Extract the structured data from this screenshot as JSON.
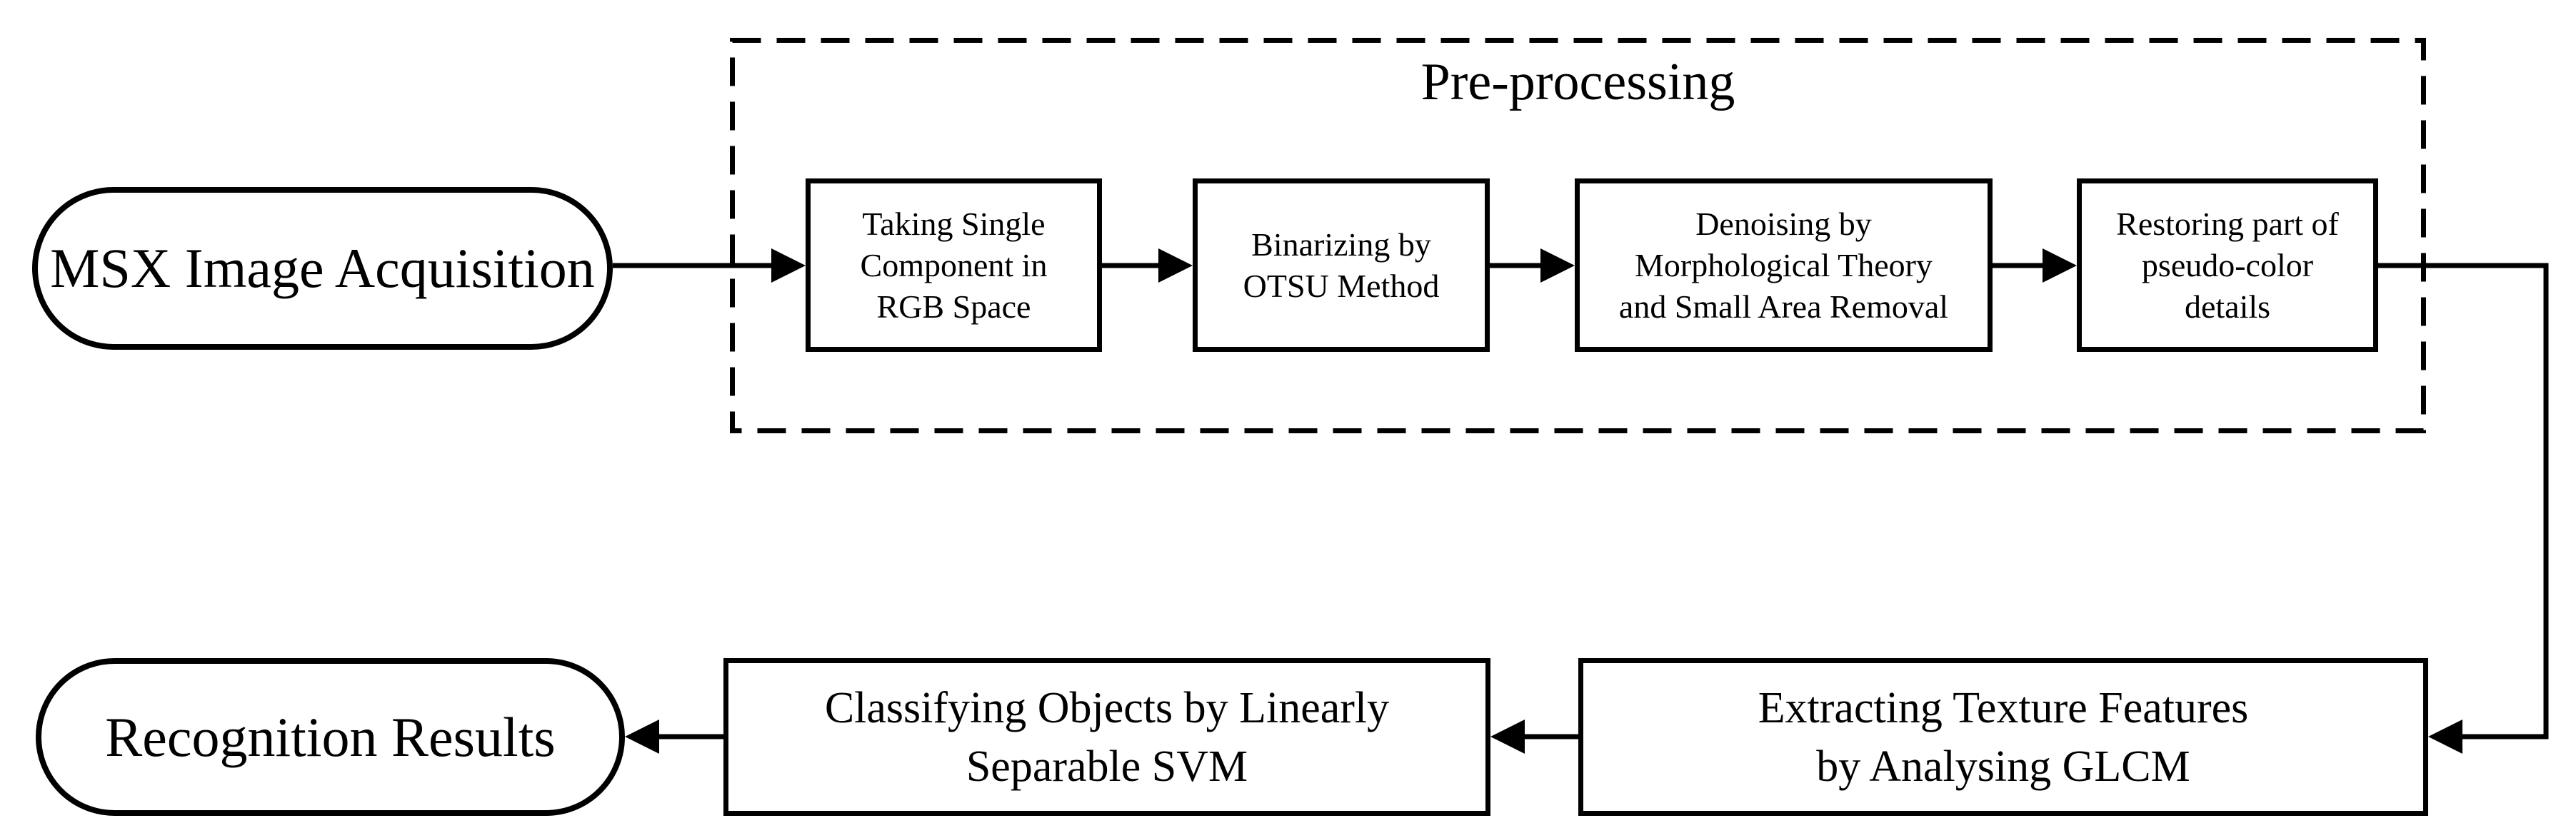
{
  "diagram": {
    "type": "flowchart",
    "colors": {
      "line": "#000000",
      "background": "#ffffff",
      "text": "#000000"
    },
    "group": {
      "id": "pre_processing",
      "label": "Pre-processing",
      "style": "dashed-container"
    },
    "nodes": {
      "msx": {
        "label": "MSX Image Acquisition",
        "shape": "terminator"
      },
      "taking": {
        "label": "Taking Single\nComponent in\nRGB Space",
        "shape": "process",
        "group": "pre_processing"
      },
      "binarizing": {
        "label": "Binarizing by\nOTSU Method",
        "shape": "process",
        "group": "pre_processing"
      },
      "denoising": {
        "label": "Denoising by\nMorphological Theory\nand Small Area Removal",
        "shape": "process",
        "group": "pre_processing"
      },
      "restoring": {
        "label": "Restoring part of\npseudo-color\ndetails",
        "shape": "process",
        "group": "pre_processing"
      },
      "extracting": {
        "label": "Extracting Texture Features\nby Analysing GLCM",
        "shape": "process"
      },
      "classifying": {
        "label": "Classifying Objects by Linearly\nSeparable SVM",
        "shape": "process"
      },
      "results": {
        "label": "Recognition Results",
        "shape": "terminator"
      }
    },
    "edges": [
      {
        "from": "msx",
        "to": "taking",
        "direction": "right"
      },
      {
        "from": "taking",
        "to": "binarizing",
        "direction": "right"
      },
      {
        "from": "binarizing",
        "to": "denoising",
        "direction": "right"
      },
      {
        "from": "denoising",
        "to": "restoring",
        "direction": "right"
      },
      {
        "from": "restoring",
        "to": "extracting",
        "direction": "right-down-left"
      },
      {
        "from": "extracting",
        "to": "classifying",
        "direction": "left"
      },
      {
        "from": "classifying",
        "to": "results",
        "direction": "left"
      }
    ]
  }
}
